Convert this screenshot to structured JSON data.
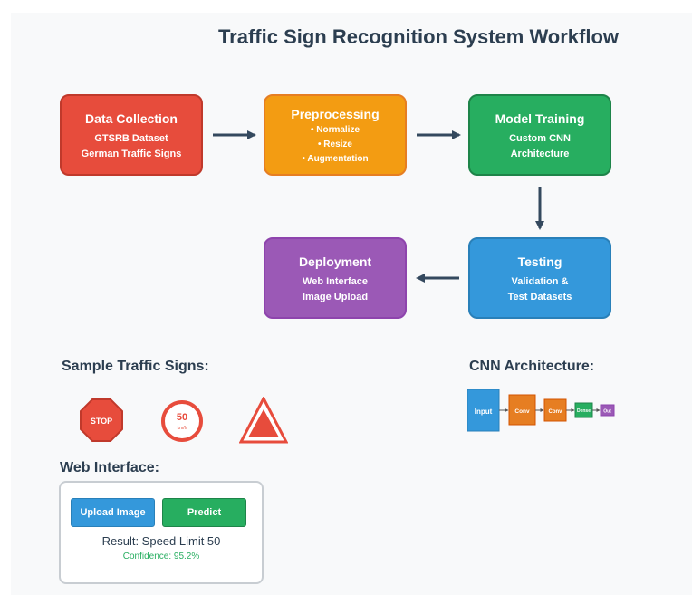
{
  "title": "Traffic Sign Recognition System Workflow",
  "steps": [
    {
      "title": "Data Collection",
      "lines": [
        "GTSRB Dataset",
        "German Traffic Signs"
      ]
    },
    {
      "title": "Preprocessing",
      "lines": [
        "• Normalize",
        "• Resize",
        "• Augmentation"
      ]
    },
    {
      "title": "Model Training",
      "lines": [
        "Custom CNN",
        "Architecture"
      ]
    },
    {
      "title": "Testing",
      "lines": [
        "Validation &",
        "Test Datasets"
      ]
    },
    {
      "title": "Deployment",
      "lines": [
        "Web Interface",
        "Image Upload"
      ]
    }
  ],
  "sections": {
    "samples": "Sample Traffic Signs:",
    "cnn": "CNN Architecture:",
    "web": "Web Interface:"
  },
  "signs": {
    "stop": "STOP",
    "speed_value": "50",
    "speed_unit": "km/h"
  },
  "cnn_layers": [
    "Input",
    "Conv",
    "Conv",
    "Dense",
    "Out"
  ],
  "web_interface": {
    "upload_label": "Upload Image",
    "predict_label": "Predict",
    "result": "Result: Speed Limit 50",
    "confidence": "Confidence: 95.2%"
  },
  "colors": {
    "red": "#e74c3c",
    "orange": "#f39c12",
    "green": "#27ae60",
    "blue": "#3498db",
    "purple": "#9b59b6",
    "text": "#2c3e50"
  }
}
